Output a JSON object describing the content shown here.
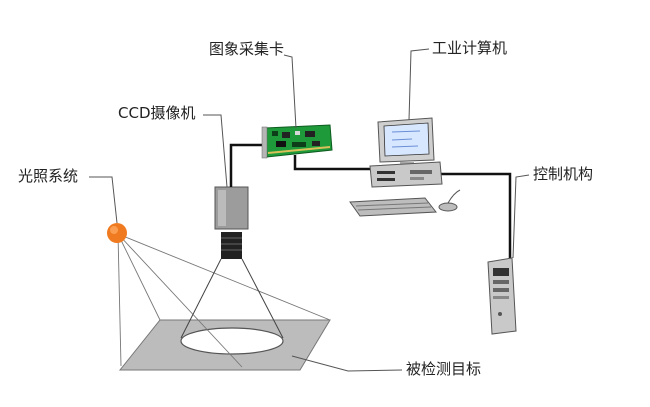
{
  "labels": {
    "capture_card": "图象采集卡",
    "computer": "工业计算机",
    "camera": "CCD摄像机",
    "light": "光照系统",
    "controller": "控制机构",
    "target": "被检测目标"
  },
  "colors": {
    "cable": "#111111",
    "leader": "#555555",
    "light": "#f07a20",
    "board": "#1f9a3a",
    "camera_body": "#9c9c9c",
    "lens": "#222222",
    "target_plane": "#b8b8b8",
    "computer_case": "#c9c9c9",
    "screen_bg": "#d7e7ff"
  }
}
